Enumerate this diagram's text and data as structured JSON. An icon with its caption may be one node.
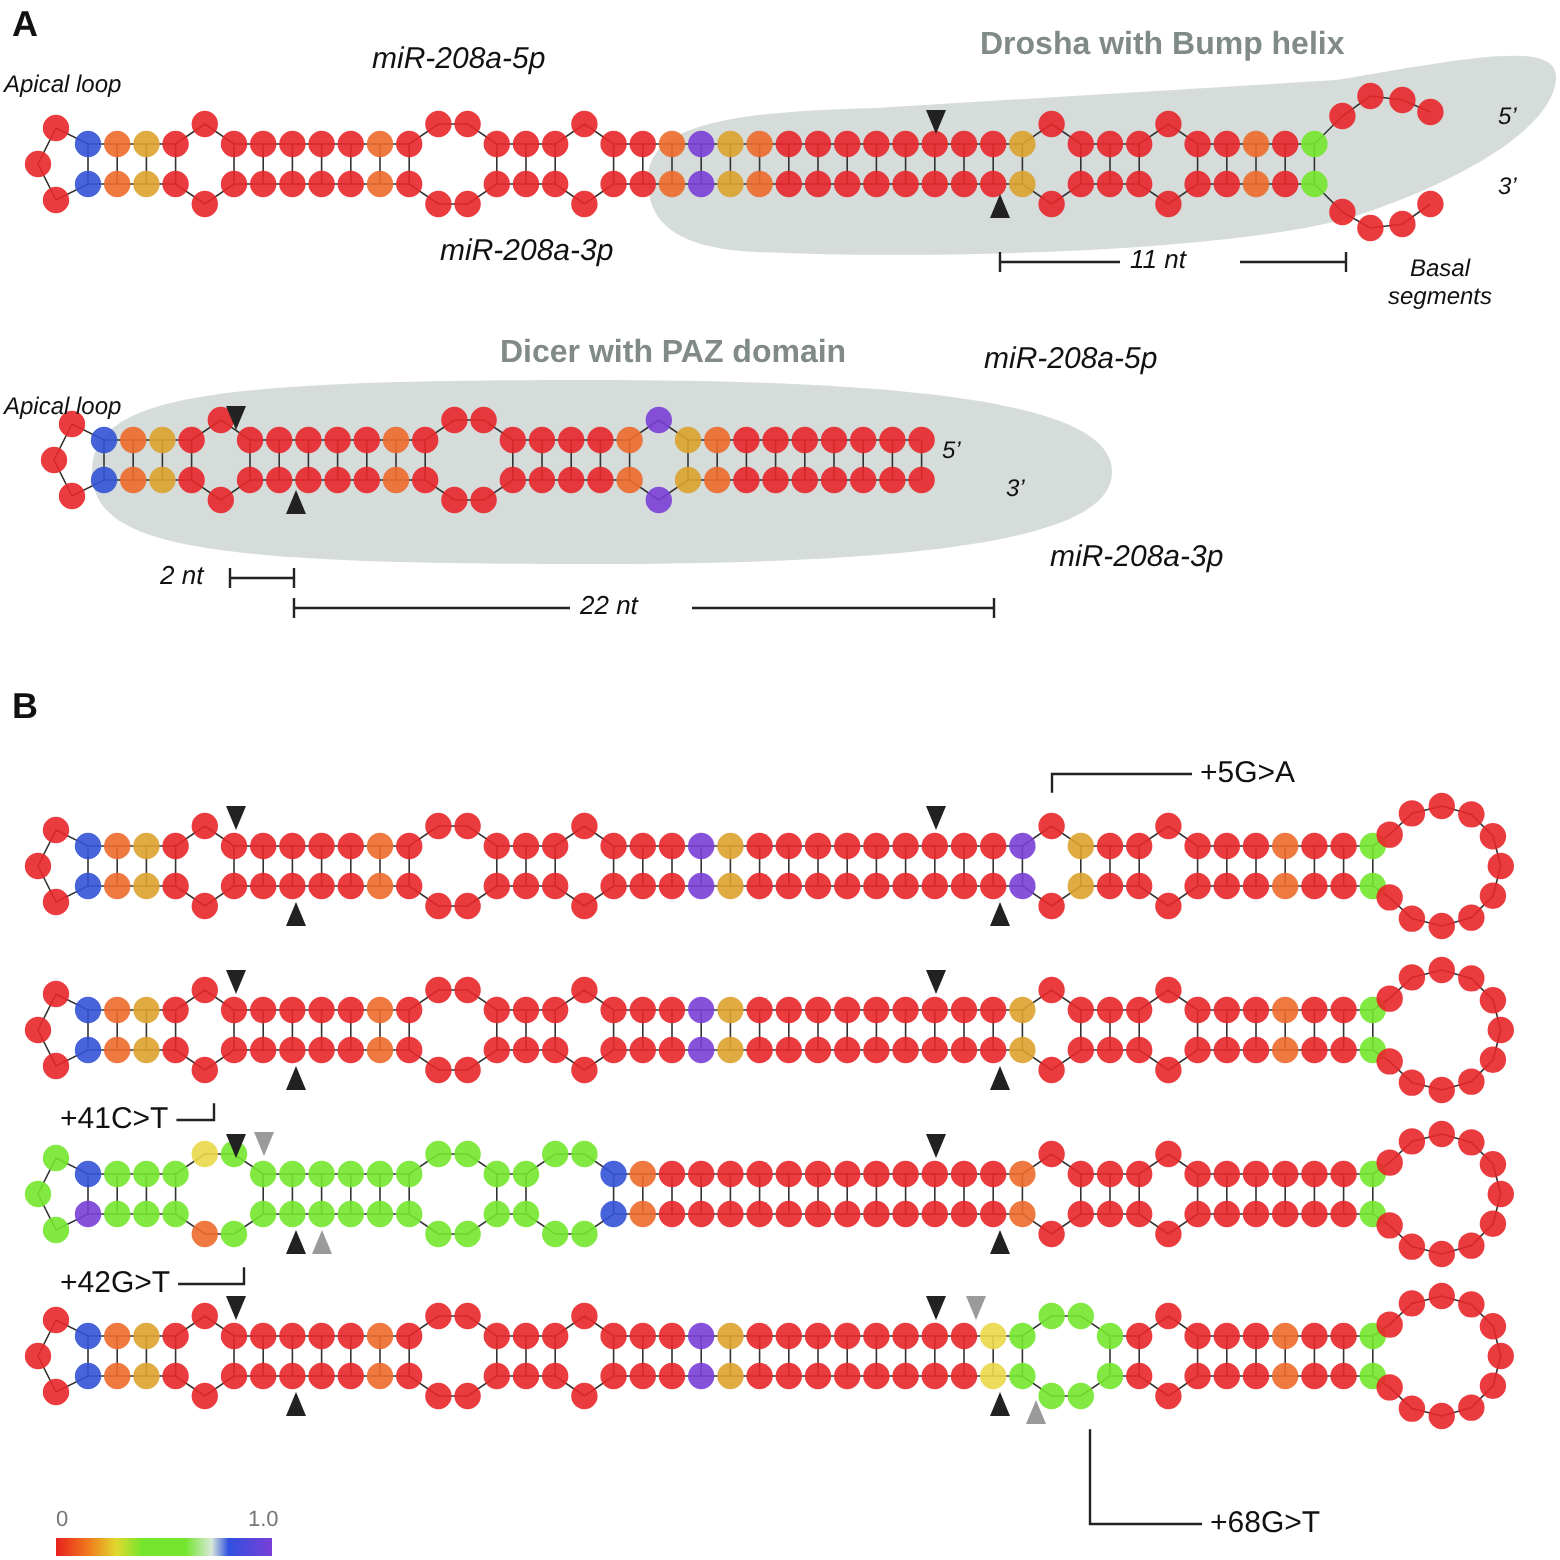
{
  "diagram": {
    "nodes": [
      {
        "text": [
          "Drosha with Bump helix"
        ]
      },
      {
        "text": [
          "Dicer with PAZ domain"
        ]
      },
      {
        "text": [
          "+5G>A"
        ]
      },
      {
        "text": [
          "+41C>T"
        ]
      },
      {
        "text": [
          "+42G>T"
        ]
      },
      {
        "text": [
          "+68G>T"
        ]
      },
      {
        "text": [],
        "shape": "picture"
      },
      {
        "text": [],
        "shape": "picture"
      },
      {
        "text": [],
        "shape": "picture"
      },
      {
        "text": [],
        "shape": "picture"
      },
      {
        "text": [],
        "shape": "picture"
      },
      {
        "text": [],
        "shape": "picture"
      }
    ],
    "edges": [
      {
        "from": 2,
        "to": 8,
        "arrow": "none"
      },
      {
        "from": 3,
        "to": 9,
        "arrow": "none"
      },
      {
        "from": 4,
        "to": 10,
        "arrow": "none"
      },
      {
        "from": 5,
        "to": 11,
        "arrow": "none"
      }
    ],
    "labels": [
      "A",
      "Apical loop",
      "miR-208a-5p",
      "miR-208a-3p",
      "5’",
      "3’",
      "11 nt",
      "Basal segments",
      "Apical loop",
      "miR-208a-5p",
      "5’",
      "3’",
      "miR-208a-3p",
      "2 nt",
      "22 nt",
      "B",
      "0",
      "1.0"
    ]
  }
}
